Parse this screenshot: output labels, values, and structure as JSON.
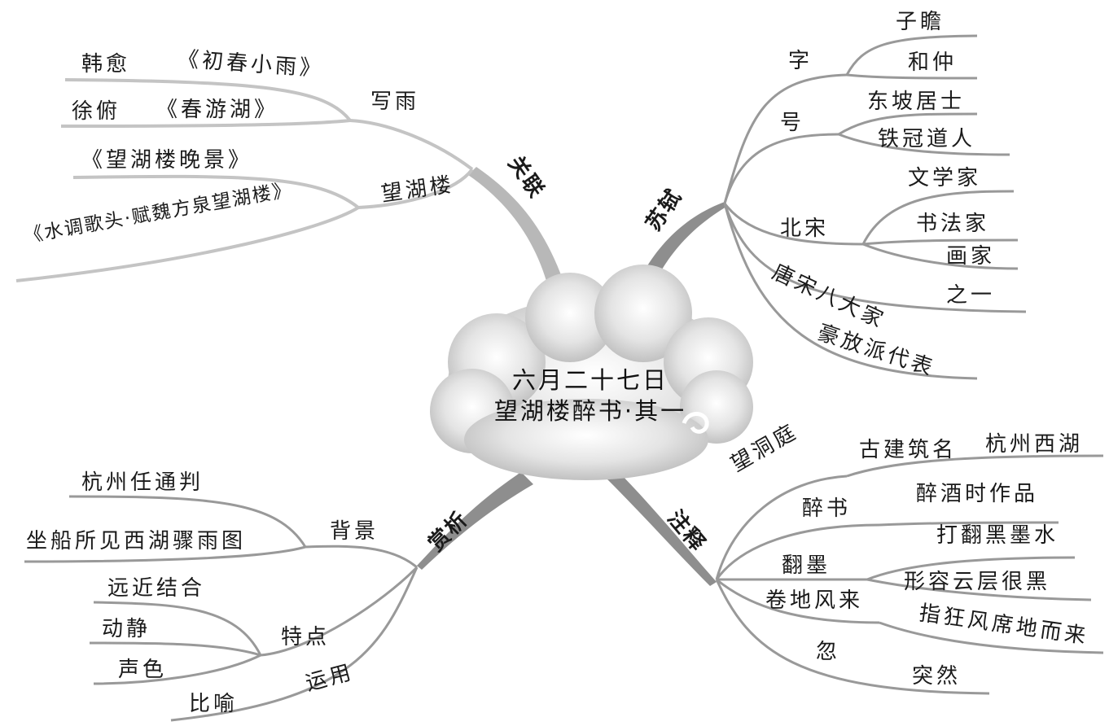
{
  "center": {
    "line1": "六月二十七日",
    "line2": "望湖楼醉书·其一"
  },
  "branches": {
    "guanlian": "关联",
    "sushi": "苏轼",
    "shangxi": "赏析",
    "zhushi": "注释"
  },
  "guanlian": {
    "xieyu": "写雨",
    "hanyu": "韩愈",
    "chuchun": "《初春小雨》",
    "xufu": "徐俯",
    "chunyouhu": "《春游湖》",
    "wanghulou": "望湖楼",
    "wanjing": "《望湖楼晚景》",
    "shuidiao": "《水调歌头·赋魏方泉望湖楼》"
  },
  "sushi": {
    "zi": "字",
    "zizhan": "子瞻",
    "hezhong": "和仲",
    "hao": "号",
    "dongpo": "东坡居士",
    "tieguan": "铁冠道人",
    "beisong": "北宋",
    "wenxuejia": "文学家",
    "shufajia": "书法家",
    "huajia": "画家",
    "tangsong": "唐宋八大家",
    "zhiyi": "之一",
    "haofang": "豪放派代表"
  },
  "shangxi": {
    "beijing": "背景",
    "hangzhou": "杭州任通判",
    "zuochuan": "坐船所见西湖骤雨图",
    "tedian": "特点",
    "yuanjin": "远近结合",
    "dongjing": "动静",
    "shengse": "声色",
    "yunyong": "运用",
    "biyu": "比喻"
  },
  "zhushi": {
    "wangdongting": "望洞庭",
    "gujianzhu": "古建筑名",
    "hangzhouxihu": "杭州西湖",
    "zuishu": "醉书",
    "zuijiu": "醉酒时作品",
    "fanmo": "翻墨",
    "dafan": "打翻黑墨水",
    "xingrong": "形容云层很黑",
    "juandi": "卷地风来",
    "zhikuang": "指狂风席地而来",
    "hu": "忽",
    "turan": "突然"
  }
}
